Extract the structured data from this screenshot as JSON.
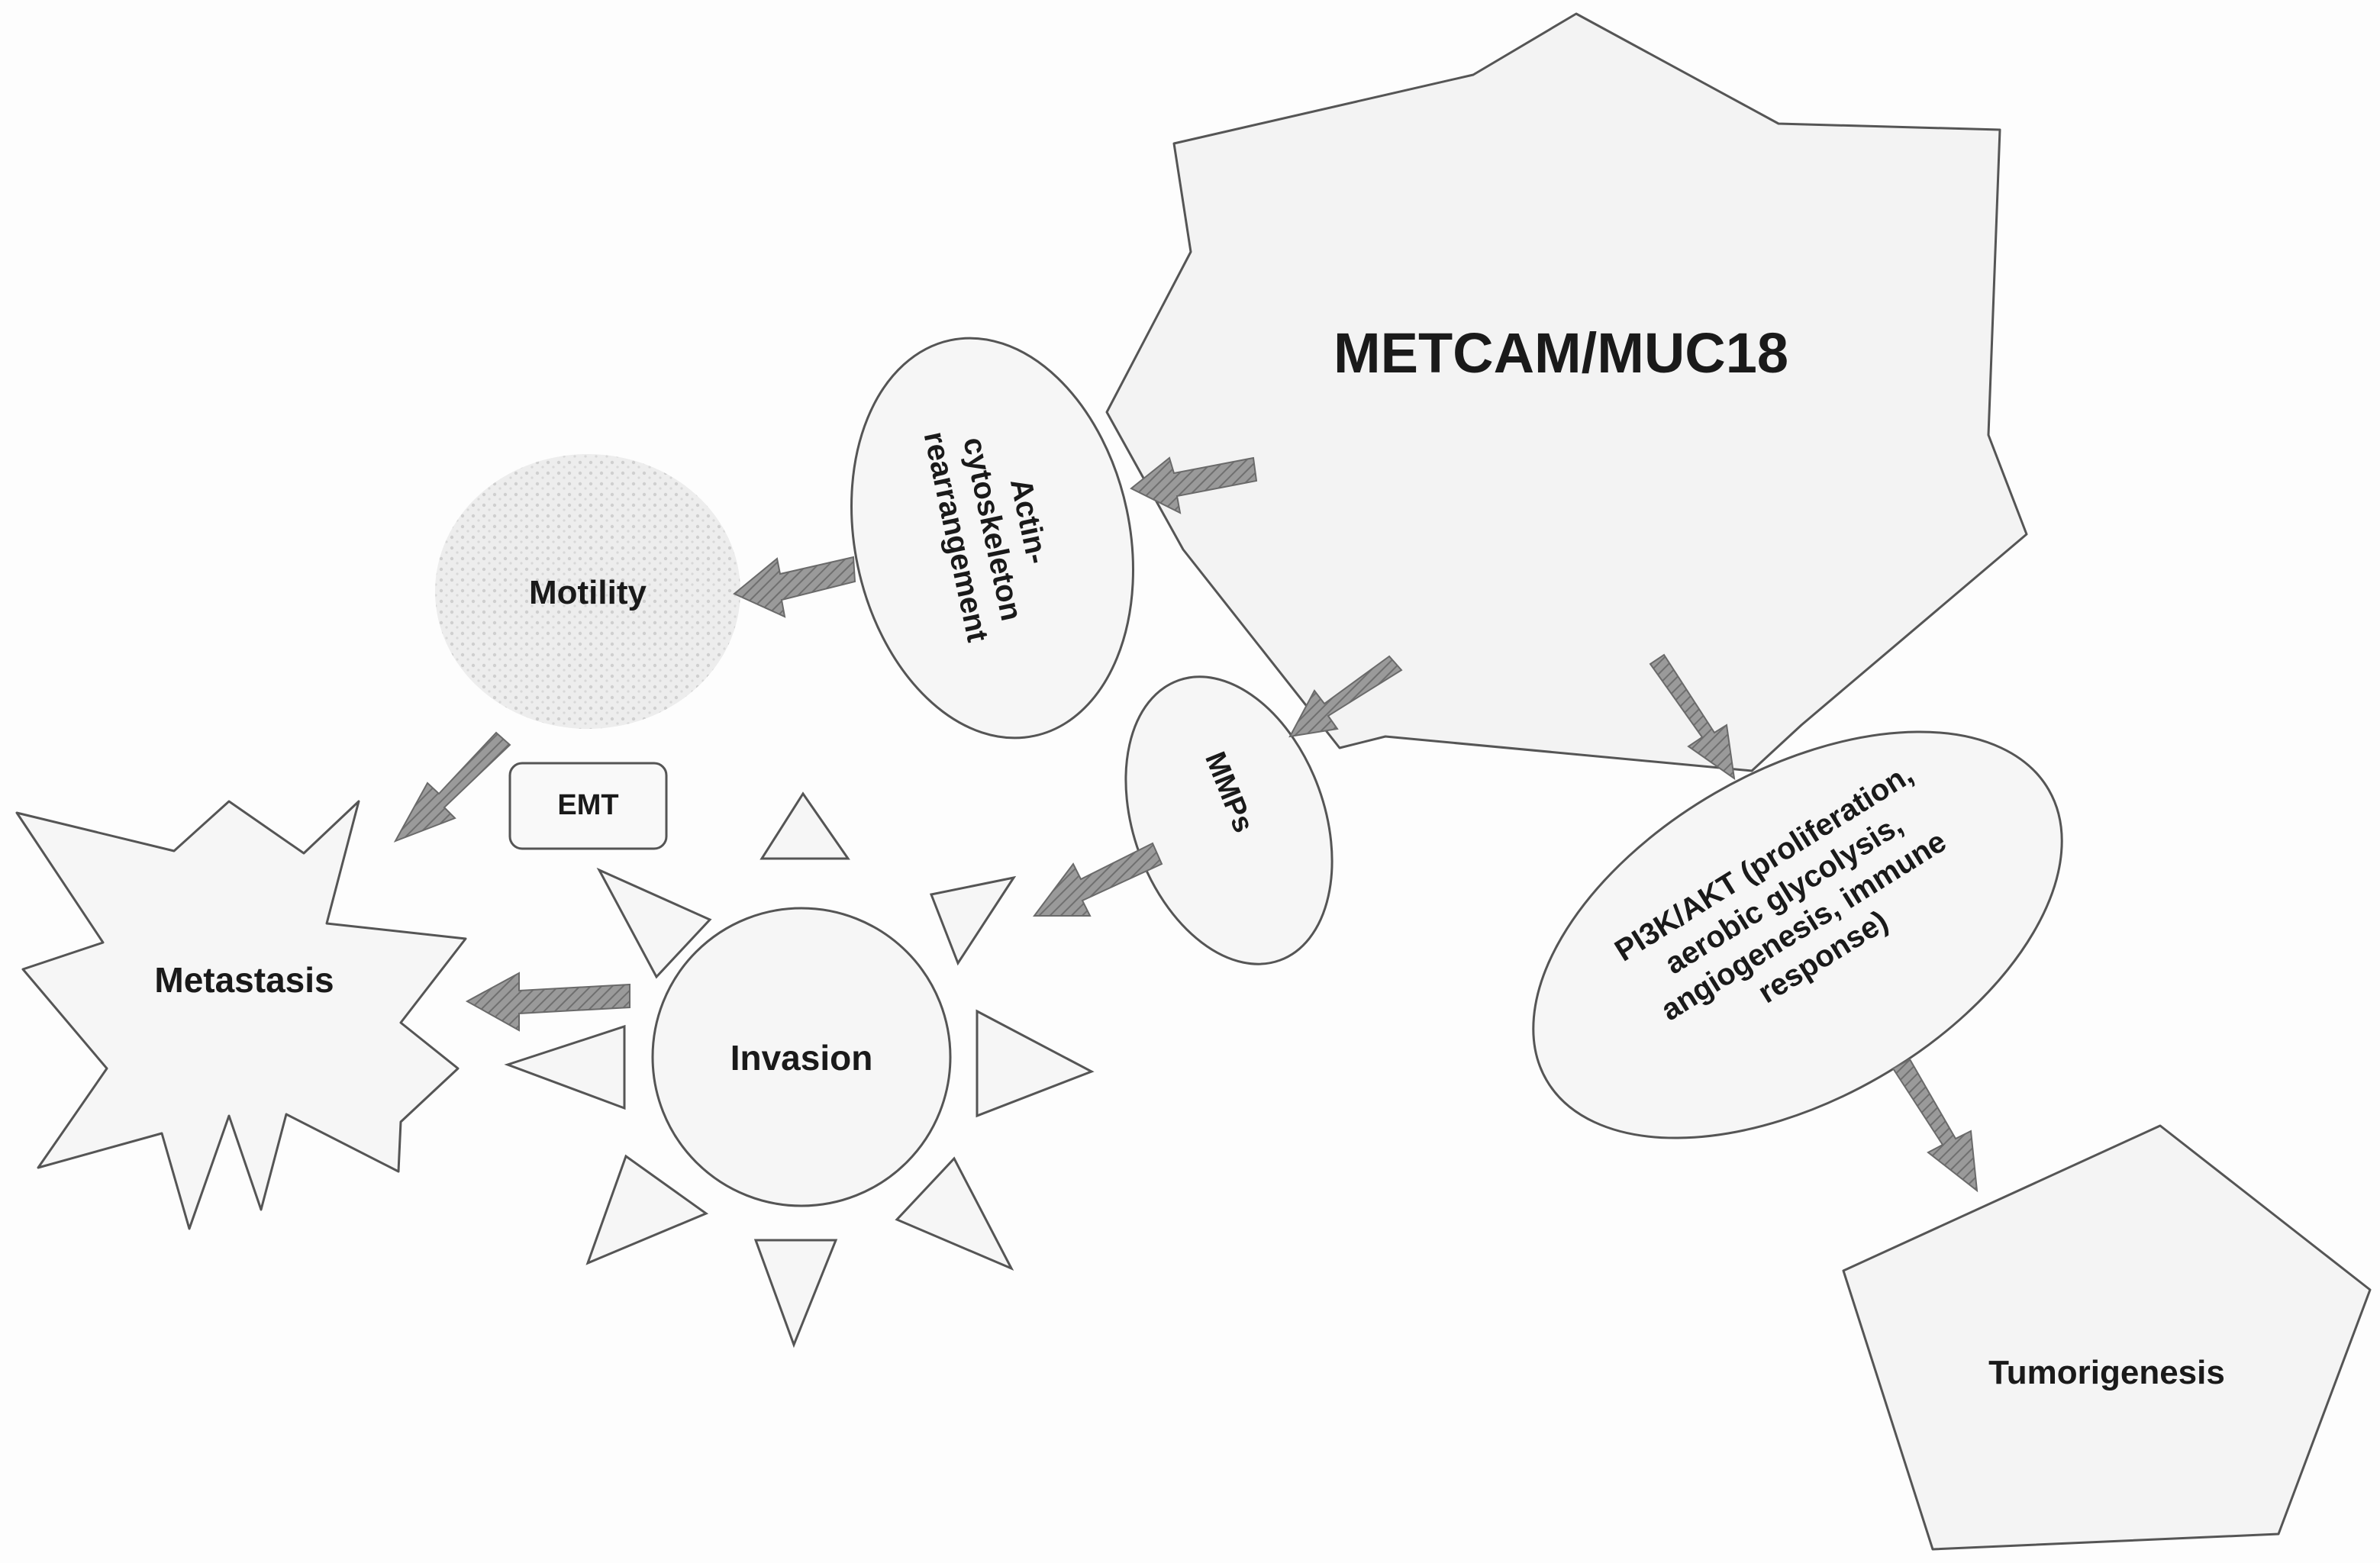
{
  "nodes": {
    "metcam": {
      "label": "METCAM/MUC18"
    },
    "actin": {
      "label_lines": [
        "Actin-",
        "cytoskeleton",
        "rearrangement"
      ]
    },
    "mmps": {
      "label": "MMPs"
    },
    "pi3k": {
      "label_lines": [
        "PI3K/AKT (proliferation,",
        "aerobic glycolysis,",
        "angiogenesis, immune",
        "response)"
      ]
    },
    "motility": {
      "label": "Motility"
    },
    "emt": {
      "label": "EMT"
    },
    "metastasis": {
      "label": "Metastasis"
    },
    "invasion": {
      "label": "Invasion"
    },
    "tumorigenesis": {
      "label": "Tumorigenesis"
    }
  },
  "colors": {
    "stroke": "#555555",
    "arrow_fill": "#8a8a8a",
    "shape_fill": "#f6f6f6",
    "motility_fill": "#ececec",
    "text": "#1a1a1a"
  }
}
